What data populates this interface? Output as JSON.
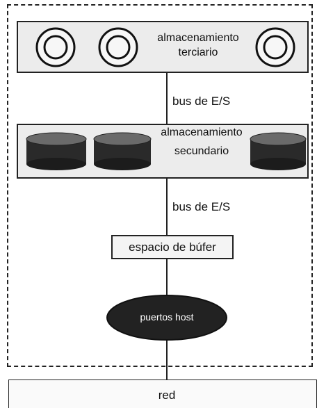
{
  "tiers": {
    "tertiary": {
      "line1": "almacenamiento",
      "line2": "terciario"
    },
    "secondary": {
      "line1": "almacenamiento",
      "line2": "secundario"
    }
  },
  "buses": {
    "upper": "bus de E/S",
    "lower": "bus de E/S"
  },
  "buffer": {
    "label": "espacio de búfer"
  },
  "host": {
    "label": "puertos host"
  },
  "network": {
    "label": "red"
  }
}
